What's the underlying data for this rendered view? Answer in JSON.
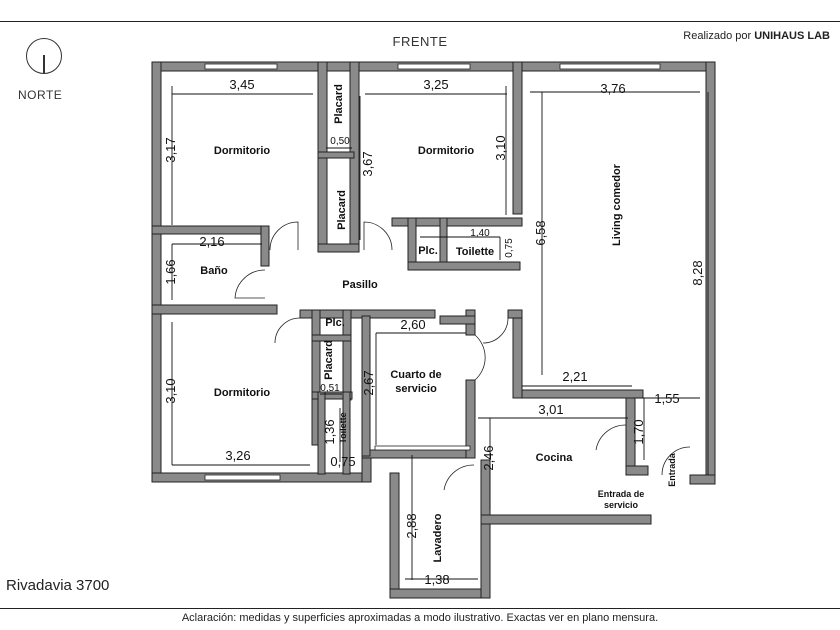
{
  "header": {
    "front_label": "FRENTE",
    "credit_prefix": "Realizado por",
    "credit_brand": "UNIHAUS LAB"
  },
  "compass": {
    "label": "NORTE",
    "icon": "north-arrow-icon"
  },
  "address": "Rivadavia 3700",
  "footnote": "Aclaración: medidas y superficies aproximadas a modo ilustrativo. Exactas ver en plano mensura.",
  "rooms": {
    "dormitorio_1": "Dormitorio",
    "dormitorio_2": "Dormitorio",
    "dormitorio_3": "Dormitorio",
    "living": "Living comedor",
    "bano": "Baño",
    "pasillo": "Pasillo",
    "placard_1": "Placard",
    "placard_2": "Placard",
    "placard_3": "Placard",
    "plc_1": "Plc.",
    "plc_2": "Plc.",
    "toilette_1": "Toilette",
    "toilette_2": "Toilette",
    "cuarto_servicio_l1": "Cuarto de",
    "cuarto_servicio_l2": "servicio",
    "cocina": "Cocina",
    "lavadero": "Lavadero",
    "entrada": "Entrada",
    "entrada_servicio_l1": "Entrada de",
    "entrada_servicio_l2": "servicio"
  },
  "dimensions": {
    "d1_width": "3,45",
    "d1_height": "3,17",
    "placard1_width": "0,50",
    "placard2_height": "3,67",
    "d2_width": "3,25",
    "d2_height": "3,10",
    "living_width": "3,76",
    "living_height_inner": "6,58",
    "living_height_total": "8,28",
    "bano_width": "2,16",
    "bano_height": "1,66",
    "toilette1_width": "1,40",
    "toilette1_height": "0,75",
    "cuarto_width": "2,60",
    "cuarto_height": "2,67",
    "placard3_width": "0,51",
    "d3_height": "3,10",
    "d3_width": "3,26",
    "toilette2_height": "1,36",
    "toilette2_width": "0,75",
    "living_lower_width": "2,21",
    "cocina_width": "3,01",
    "cocina_height": "2,46",
    "entry_width": "1,55",
    "entry_height": "1,70",
    "lavadero_height": "2,88",
    "lavadero_width": "1,38"
  }
}
